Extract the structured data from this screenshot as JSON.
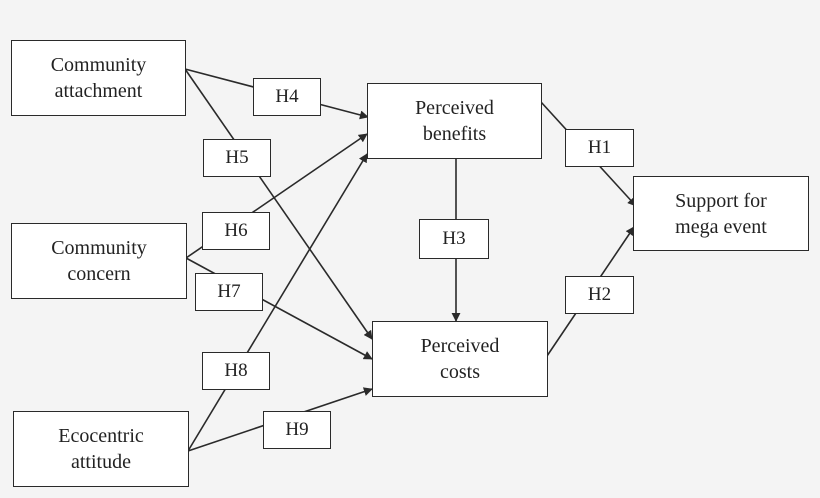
{
  "constructs": {
    "community_attachment": "Community\nattachment",
    "community_concern": "Community\nconcern",
    "ecocentric_attitude": "Ecocentric\nattitude",
    "perceived_benefits": "Perceived\nbenefits",
    "perceived_costs": "Perceived\ncosts",
    "support": "Support for\nmega event"
  },
  "hypotheses": {
    "h1": "H1",
    "h2": "H2",
    "h3": "H3",
    "h4": "H4",
    "h5": "H5",
    "h6": "H6",
    "h7": "H7",
    "h8": "H8",
    "h9": "H9"
  },
  "colors": {
    "background": "#f4f4f4",
    "box_fill": "#ffffff",
    "stroke": "#2a2a2a"
  }
}
